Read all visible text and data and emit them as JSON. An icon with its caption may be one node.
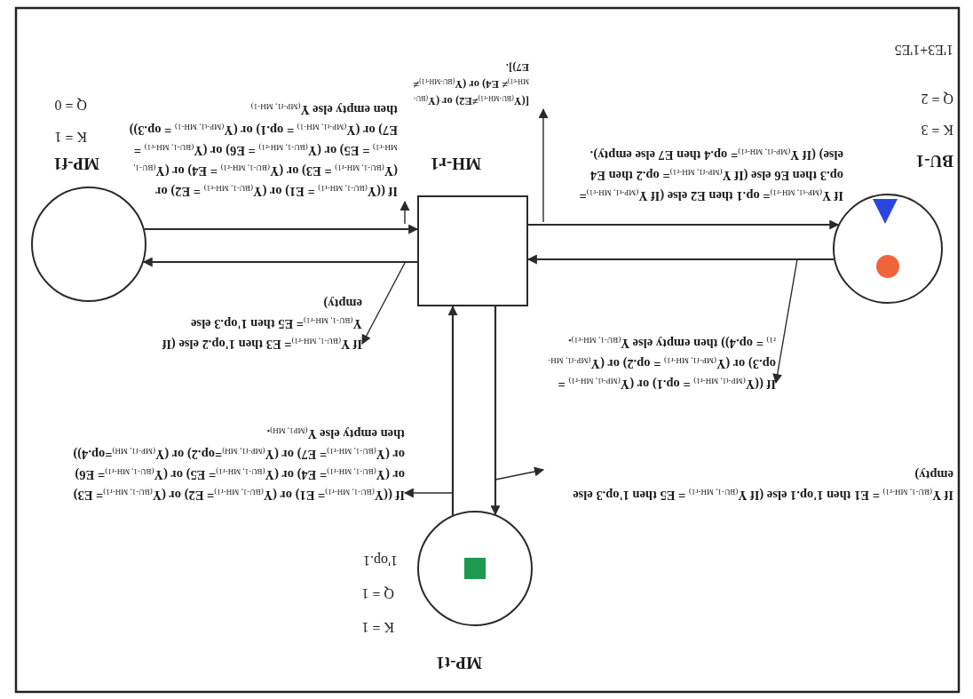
{
  "diagram": {
    "nodes": [
      {
        "text": [
          "MP-t1"
        ],
        "beside": [
          "K = 1",
          "Q = 1",
          "1'op.1"
        ]
      },
      {
        "text": [
          "BU-1"
        ],
        "beside": [
          "K = 3",
          "Q = 2",
          "1'E3+1'E5"
        ]
      },
      {
        "text": [
          "MH-r1"
        ]
      },
      {
        "text": [
          "MP-f1"
        ],
        "beside": [
          "K = 1",
          "Q = 0"
        ]
      },
      {
        "text": [
          "If Y$_{(BU-1, MH-r1)}$ = E1 then 1'op.1 else (If Y$_{(BU-1, MH-r1)}$ = E5 then 1'op.3 else empty)"
        ]
      },
      {
        "text": [
          "If ((Y$_{(BU-1, MH-r1)}$= E1) or (Y$_{(BU-1, MH-r1)}$= E2) or (Y$_{(BU-1, MH-r1)}$= E3) or (Y$_{(BU-1, MH-r1)}$= E4) or (Y$_{(BU-1, MH-r1)}$= E5) or (Y$_{(BU-1, MH-r1)}$= E6) or (Y$_{(BU-1, MH-r1)}$= E7) or (Y$_{(MP-f1, MH)}$=op.2) or (Y$_{(MP-f1, MH)}$=op.4)) then empty else Y$_{(MP1, MH)}$."
        ]
      },
      {
        "text": [
          "If ((Y$_{(MP-t1, MH-r1)}$ = op.1) or (Y$_{(MP-t1, MH-r1)}$ = op.3) or (Y$_{(MP-f1, MH-r1)}$ = op.2) or (Y$_{(MP-f1, MH-r1)}$ = op.4)) then empty else Y$_{(BU-1, MH-r1)}$."
        ]
      },
      {
        "text": [
          "If Y$_{(BU-1, MH-r1)}$= E3 then 1'op.2 else (If Y$_{(BU-1, MH-r1)}$= E5 then 1'op.3 else empty)"
        ]
      },
      {
        "text": [
          "If Y$_{(MP-t1, MH-r1)}$= op.1 then E2 else (If Y$_{(MP-t1, MH-r1)}$= op.3 then E6 else (If Y$_{(MP-f1, MH-r1)}$= op.2 then E4 else) (If Y$_{(MP-f1, MH-r1)}$= op.4 then E7 else empty)."
        ]
      },
      {
        "text": [
          "If ((Y$_{(BU-1, MH-r1)}$ = E1) or (Y$_{(BU-1, MH-r1)}$ = E2) or (Y$_{(BU-1, MH-r1)}$ = E3) or (Y$_{(BU-1, MH-r1)}$ = E4) or (Y$_{(BU-1, MH-r1)}$ = E5) or (Y$_{(BU-1, MH-r1)}$ = E6) or (Y$_{(BU-1, MH-r1)}$ = E7) or (Y$_{(MP-t1, MH-1)}$ = op.1) or (Y$_{(MP-t1, MH-1)}$ = op.3)) then empty else Y$_{(MP-f1, MH-1)}$"
        ]
      },
      {
        "text": [
          "[(Y$_{(BU-MH-r1)}$≠E2) or (Y$_{(BU-MH-r1)}$≠ E4) or (Y$_{(BU-MH-r1)}$≠ E7)]."
        ]
      }
    ],
    "edges": [
      {
        "from": 0,
        "to": 2,
        "arrow": "to"
      },
      {
        "from": 2,
        "to": 0,
        "arrow": "to"
      },
      {
        "from": 1,
        "to": 2,
        "arrow": "to"
      },
      {
        "from": 2,
        "to": 1,
        "arrow": "to"
      },
      {
        "from": 2,
        "to": 3,
        "arrow": "to"
      },
      {
        "from": 3,
        "to": 2,
        "arrow": "to"
      },
      {
        "from": null,
        "to": 4,
        "arrow": "to"
      },
      {
        "from": null,
        "to": 5,
        "arrow": "to"
      },
      {
        "from": null,
        "to": 6,
        "arrow": "to"
      },
      {
        "from": null,
        "to": 7,
        "arrow": "to"
      },
      {
        "from": null,
        "to": 10,
        "arrow": "to"
      },
      {
        "from": null,
        "to": 9,
        "arrow": "to"
      }
    ]
  }
}
